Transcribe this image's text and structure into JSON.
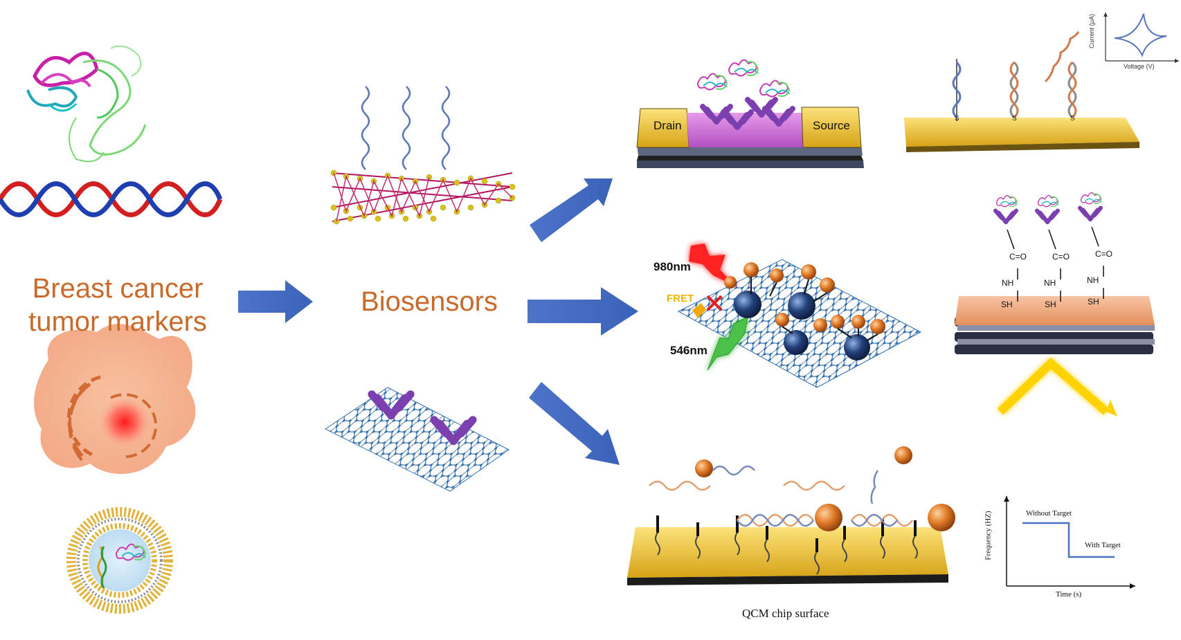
{
  "left": {
    "title_line1": "Breast cancer",
    "title_line2": "tumor markers"
  },
  "center": {
    "title": "Biosensors"
  },
  "fet": {
    "drain": "Drain",
    "source": "Source"
  },
  "fret": {
    "wavelength_excite": "980nm",
    "fret_label": "FRET",
    "wavelength_emit": "546nm"
  },
  "spr": {
    "co": "C=O",
    "nh": "NH",
    "sh": "SH"
  },
  "ec": {
    "s": "S",
    "cv_ylabel": "Current (μA)",
    "cv_xlabel": "Voltage (V)"
  },
  "qcm": {
    "chip_label": "QCM chip surface",
    "ylabel": "Frequency (HZ)",
    "xlabel": "Time (s)",
    "without": "Without Target",
    "with": "With Target"
  },
  "colors": {
    "accent_text": "#c96a2b",
    "arrow": "#4a72c4",
    "gold": "#f0c419",
    "orange_ball": "#d9792a",
    "graphene": "#2f6db0"
  }
}
